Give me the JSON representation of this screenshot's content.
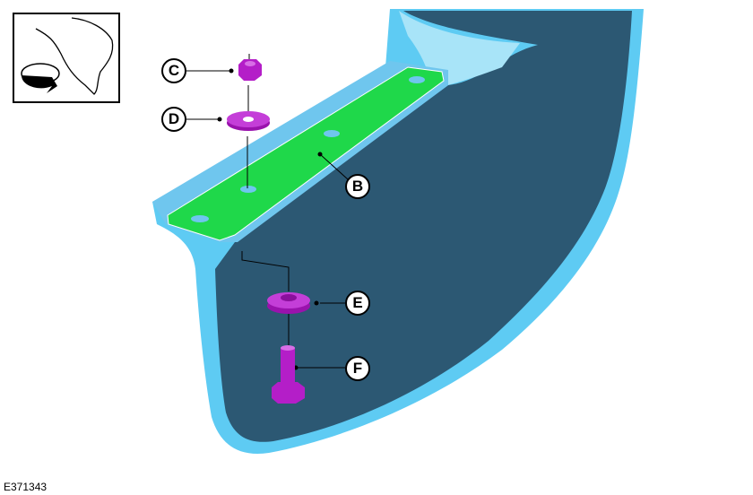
{
  "callouts": {
    "c": "C",
    "d": "D",
    "b": "B",
    "e": "E",
    "f": "F"
  },
  "caption": "E371343",
  "colors": {
    "flap_edge": "#5ecbf3",
    "flap_body": "#2c5873",
    "bracket": "#1fd84a",
    "fastener": "#b41ec8"
  },
  "icons": {
    "inset": "hand-rotate-icon"
  }
}
